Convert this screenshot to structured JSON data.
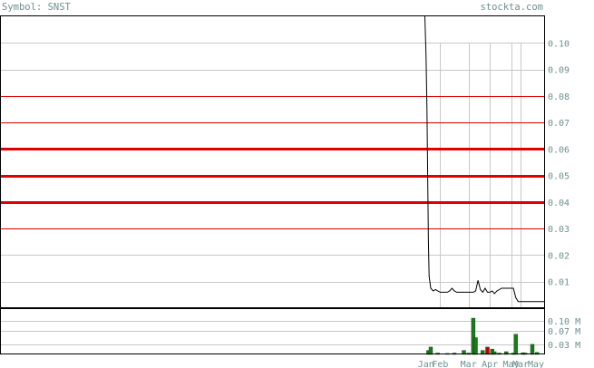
{
  "header": {
    "symbol_label": "Symbol: SNST",
    "site": "stockta.com"
  },
  "colors": {
    "price_line": "#000000",
    "resistance": "#e00000",
    "grid": "#c8c8c8",
    "frame": "#000000",
    "volume_up": "#1a7a1a",
    "volume_down": "#c00000",
    "axis_text": "#6f8f8f"
  },
  "chart_data": [
    {
      "type": "line",
      "name": "price",
      "ylim": [
        0,
        0.11
      ],
      "ytick_labels": [
        "0.10",
        "0.09",
        "0.08",
        "0.07",
        "0.06",
        "0.05",
        "0.04",
        "0.03",
        "0.02",
        "0.01"
      ],
      "ytick_values": [
        0.1,
        0.09,
        0.08,
        0.07,
        0.06,
        0.05,
        0.04,
        0.03,
        0.02,
        0.01
      ],
      "xlim": [
        0,
        230
      ],
      "month_labels": [
        "Jan",
        "Feb",
        "Mar",
        "Apr",
        "May",
        "Mar",
        "May"
      ],
      "month_positions": [
        180,
        186,
        198,
        207,
        216,
        220,
        230
      ],
      "x": [
        179.5,
        180,
        180.4,
        180.7,
        181,
        181.3,
        182,
        183,
        184,
        185,
        186,
        187,
        188,
        189,
        190,
        191,
        192,
        193,
        194,
        195,
        196,
        197,
        198,
        199,
        200,
        201,
        202,
        203,
        204,
        205,
        206,
        207,
        208,
        209,
        210,
        211,
        212,
        213,
        214,
        215,
        216,
        217,
        218,
        219,
        220,
        221,
        222,
        223,
        224,
        225,
        226,
        227,
        228,
        229,
        230
      ],
      "values": [
        0.11,
        0.095,
        0.075,
        0.05,
        0.025,
        0.012,
        0.0075,
        0.0065,
        0.007,
        0.0065,
        0.006,
        0.006,
        0.006,
        0.006,
        0.0065,
        0.0075,
        0.0065,
        0.006,
        0.006,
        0.006,
        0.006,
        0.006,
        0.006,
        0.006,
        0.006,
        0.0065,
        0.0105,
        0.007,
        0.006,
        0.0075,
        0.006,
        0.006,
        0.0065,
        0.0055,
        0.0065,
        0.007,
        0.0075,
        0.0075,
        0.0075,
        0.0075,
        0.0075,
        0.0075,
        0.004,
        0.0025,
        0.0025,
        0.0025,
        0.0025,
        0.0025,
        0.0025,
        0.0025,
        0.0025,
        0.0025,
        0.0025,
        0.0025,
        0.0025
      ],
      "resistance_levels": [
        {
          "value": 0.08,
          "strength": "light"
        },
        {
          "value": 0.07,
          "strength": "light"
        },
        {
          "value": 0.06,
          "strength": "heavy"
        },
        {
          "value": 0.05,
          "strength": "heavy"
        },
        {
          "value": 0.04,
          "strength": "heavy"
        },
        {
          "value": 0.03,
          "strength": "light"
        }
      ],
      "grid": true
    },
    {
      "type": "bar",
      "name": "volume",
      "ylim": [
        0,
        0.135
      ],
      "ytick_labels": [
        "0.10 M",
        "0.07 M",
        "0.03 M"
      ],
      "ytick_values": [
        0.1,
        0.07,
        0.03
      ],
      "x": [
        181,
        182,
        185,
        189,
        192,
        196,
        198,
        200,
        201,
        204,
        206,
        208,
        209,
        211,
        214,
        217,
        218,
        221,
        222,
        225,
        227
      ],
      "values": [
        0.012,
        0.022,
        0.004,
        0.003,
        0.004,
        0.012,
        0.004,
        0.108,
        0.05,
        0.012,
        0.022,
        0.016,
        0.008,
        0.004,
        0.008,
        0.004,
        0.06,
        0.005,
        0.004,
        0.03,
        0.006
      ],
      "direction": [
        "up",
        "up",
        "up",
        "up",
        "up",
        "up",
        "up",
        "up",
        "up",
        "up",
        "down",
        "up",
        "up",
        "up",
        "up",
        "up",
        "up",
        "up",
        "up",
        "up",
        "up"
      ],
      "grid": true
    }
  ]
}
